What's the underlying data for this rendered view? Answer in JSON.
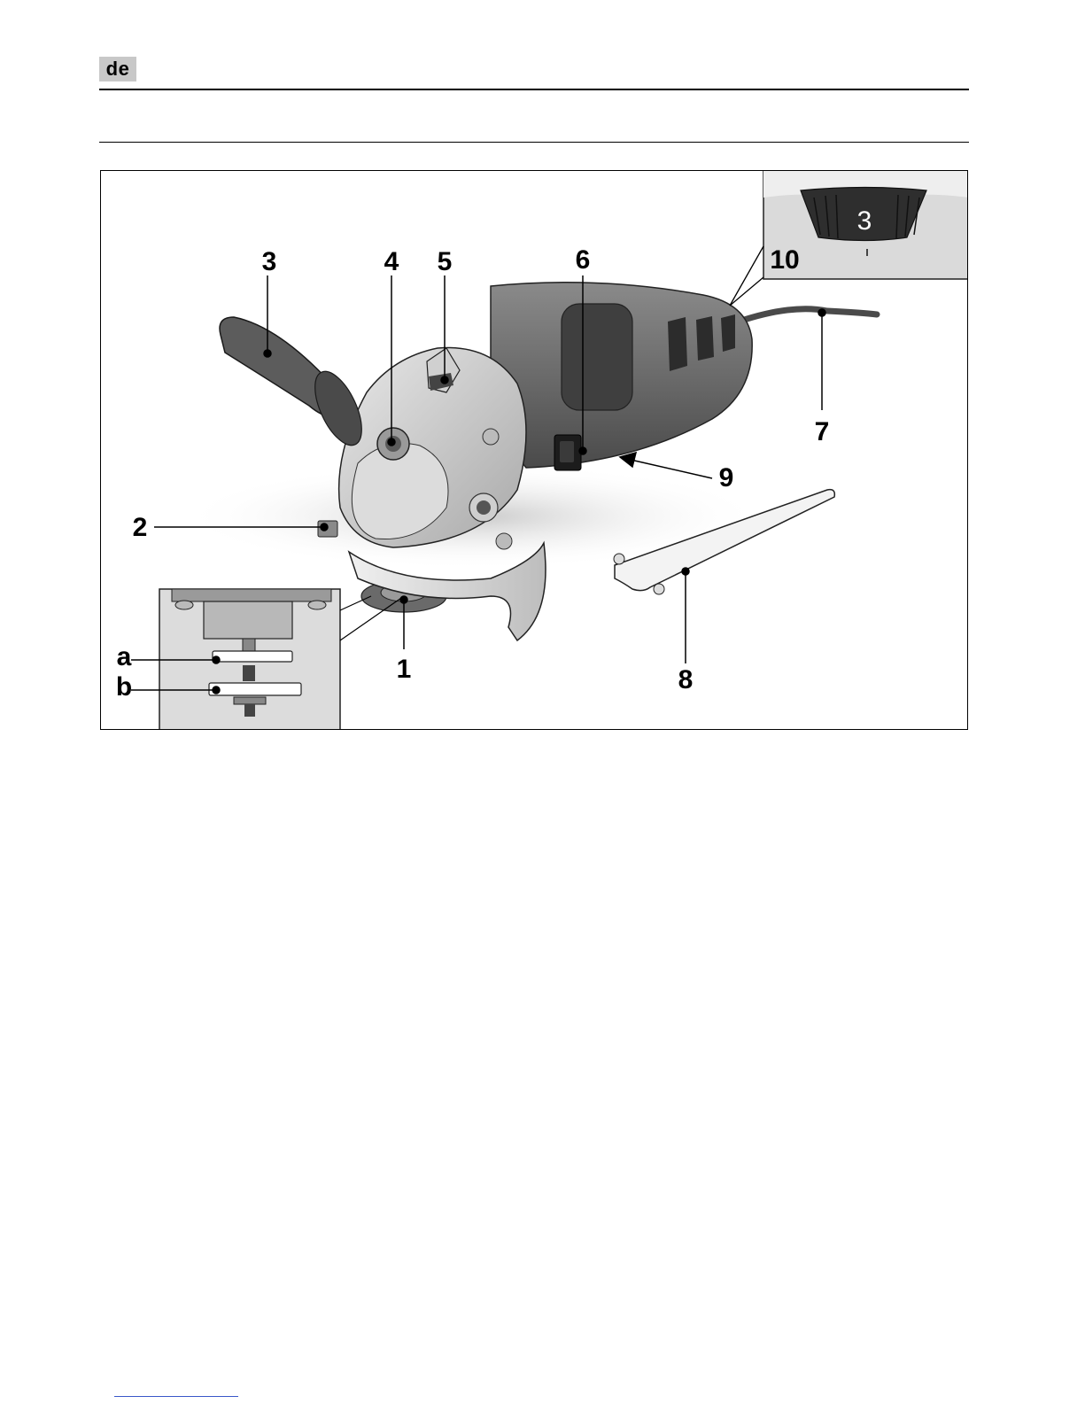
{
  "header": {
    "lang_code": "de"
  },
  "figure": {
    "inset_speed_value": "3",
    "callouts": {
      "c1": "1",
      "c2": "2",
      "c3": "3",
      "c4": "4",
      "c5": "5",
      "c6": "6",
      "c7": "7",
      "c8": "8",
      "c9": "9",
      "c10": "10",
      "ca": "a",
      "cb": "b"
    }
  },
  "colors": {
    "rule": "#000000",
    "lang_tag_bg": "#c8c8c8",
    "footer_link": "#3a58c9"
  }
}
